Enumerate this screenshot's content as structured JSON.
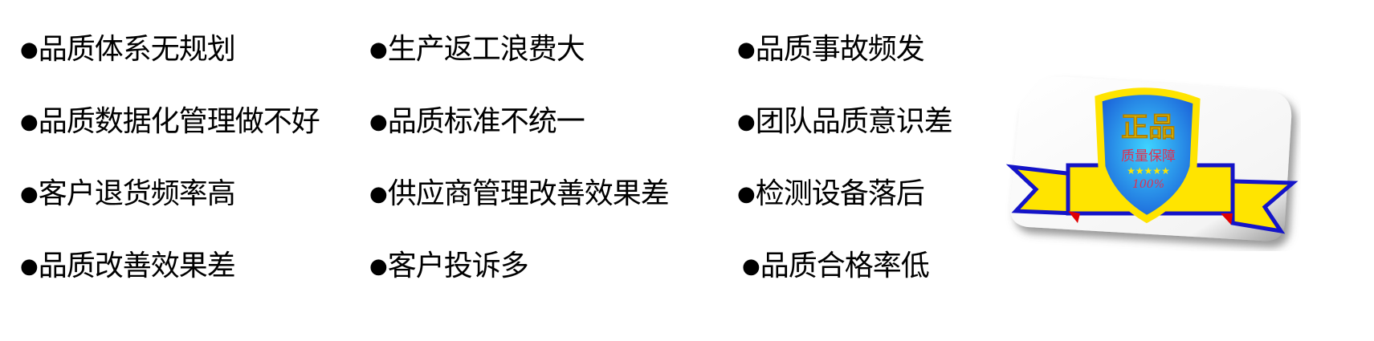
{
  "issues": [
    [
      "品质体系无规划",
      "生产返工浪费大",
      "品质事故频发"
    ],
    [
      "品质数据化管理做不好",
      "品质标准不统一",
      "团队品质意识差"
    ],
    [
      "客户退货频率高",
      "供应商管理改善效果差",
      "检测设备落后"
    ],
    [
      "品质改善效果差",
      "客户投诉多",
      "品质合格率低"
    ]
  ],
  "bullet": "●",
  "badge": {
    "logo_text": "正品",
    "slogan": "质量保障",
    "stars": "★★★★★",
    "percent": "100%",
    "colors": {
      "shield_blue": "#1a6fe0",
      "gold": "#ffe400",
      "ribbon_blue": "#1414c8",
      "ribbon_red": "#e00000"
    }
  }
}
